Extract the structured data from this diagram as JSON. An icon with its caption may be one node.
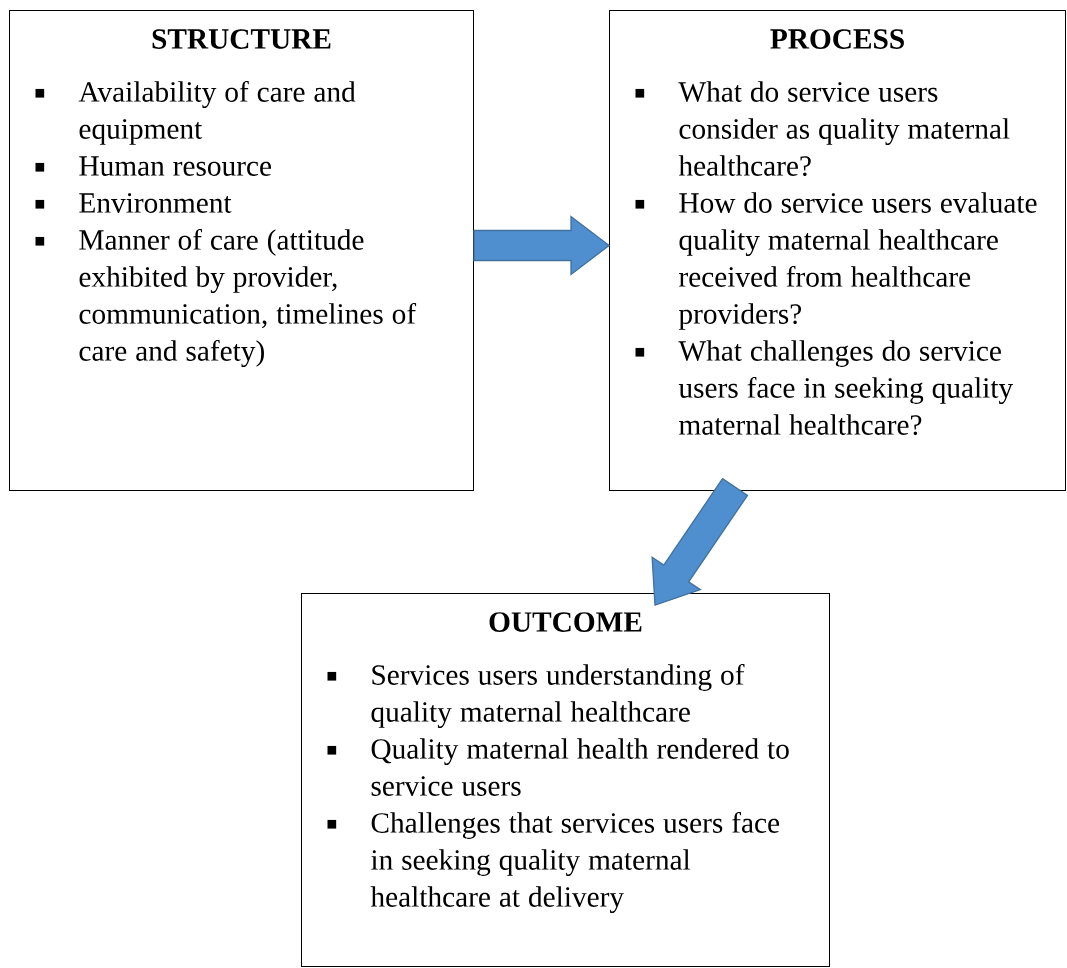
{
  "diagram": {
    "nodes": [
      {
        "text": [
          "STRUCTURE",
          "Availability of care and equipment",
          "Human resource",
          "Environment",
          "Manner of care (attitude exhibited by provider, communication, timelines of care and safety)"
        ]
      },
      {
        "text": [
          "PROCESS",
          "What do service users consider as quality maternal healthcare?",
          "How do service users evaluate quality maternal healthcare received from healthcare providers?",
          "What challenges do service users face in seeking quality maternal healthcare?"
        ]
      },
      {
        "text": [
          "OUTCOME",
          "Services users understanding of quality maternal healthcare",
          "Quality maternal health rendered to service users",
          "Challenges that services users face in seeking quality maternal healthcare at delivery"
        ]
      }
    ],
    "edges": [
      {
        "from": 0,
        "to": 1,
        "arrow": "to"
      },
      {
        "from": 1,
        "to": 2,
        "arrow": "to"
      }
    ]
  }
}
